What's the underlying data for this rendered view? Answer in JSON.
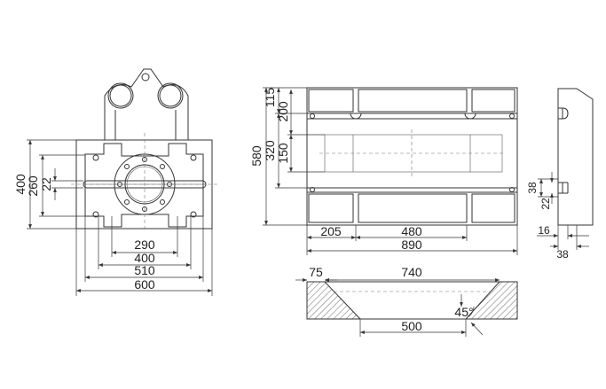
{
  "front_view": {
    "width_dims": [
      "290",
      "400",
      "510",
      "600"
    ],
    "height_dims": [
      "400",
      "260",
      "22"
    ]
  },
  "side_view": {
    "height_dims": [
      "580",
      "320",
      "150",
      "115",
      "200"
    ],
    "width_dims": [
      "205",
      "480",
      "890"
    ]
  },
  "detail_view": {
    "dims": [
      "38",
      "22",
      "16",
      "38"
    ]
  },
  "section_view": {
    "dims": [
      "75",
      "740",
      "500"
    ],
    "angle": "45°"
  }
}
